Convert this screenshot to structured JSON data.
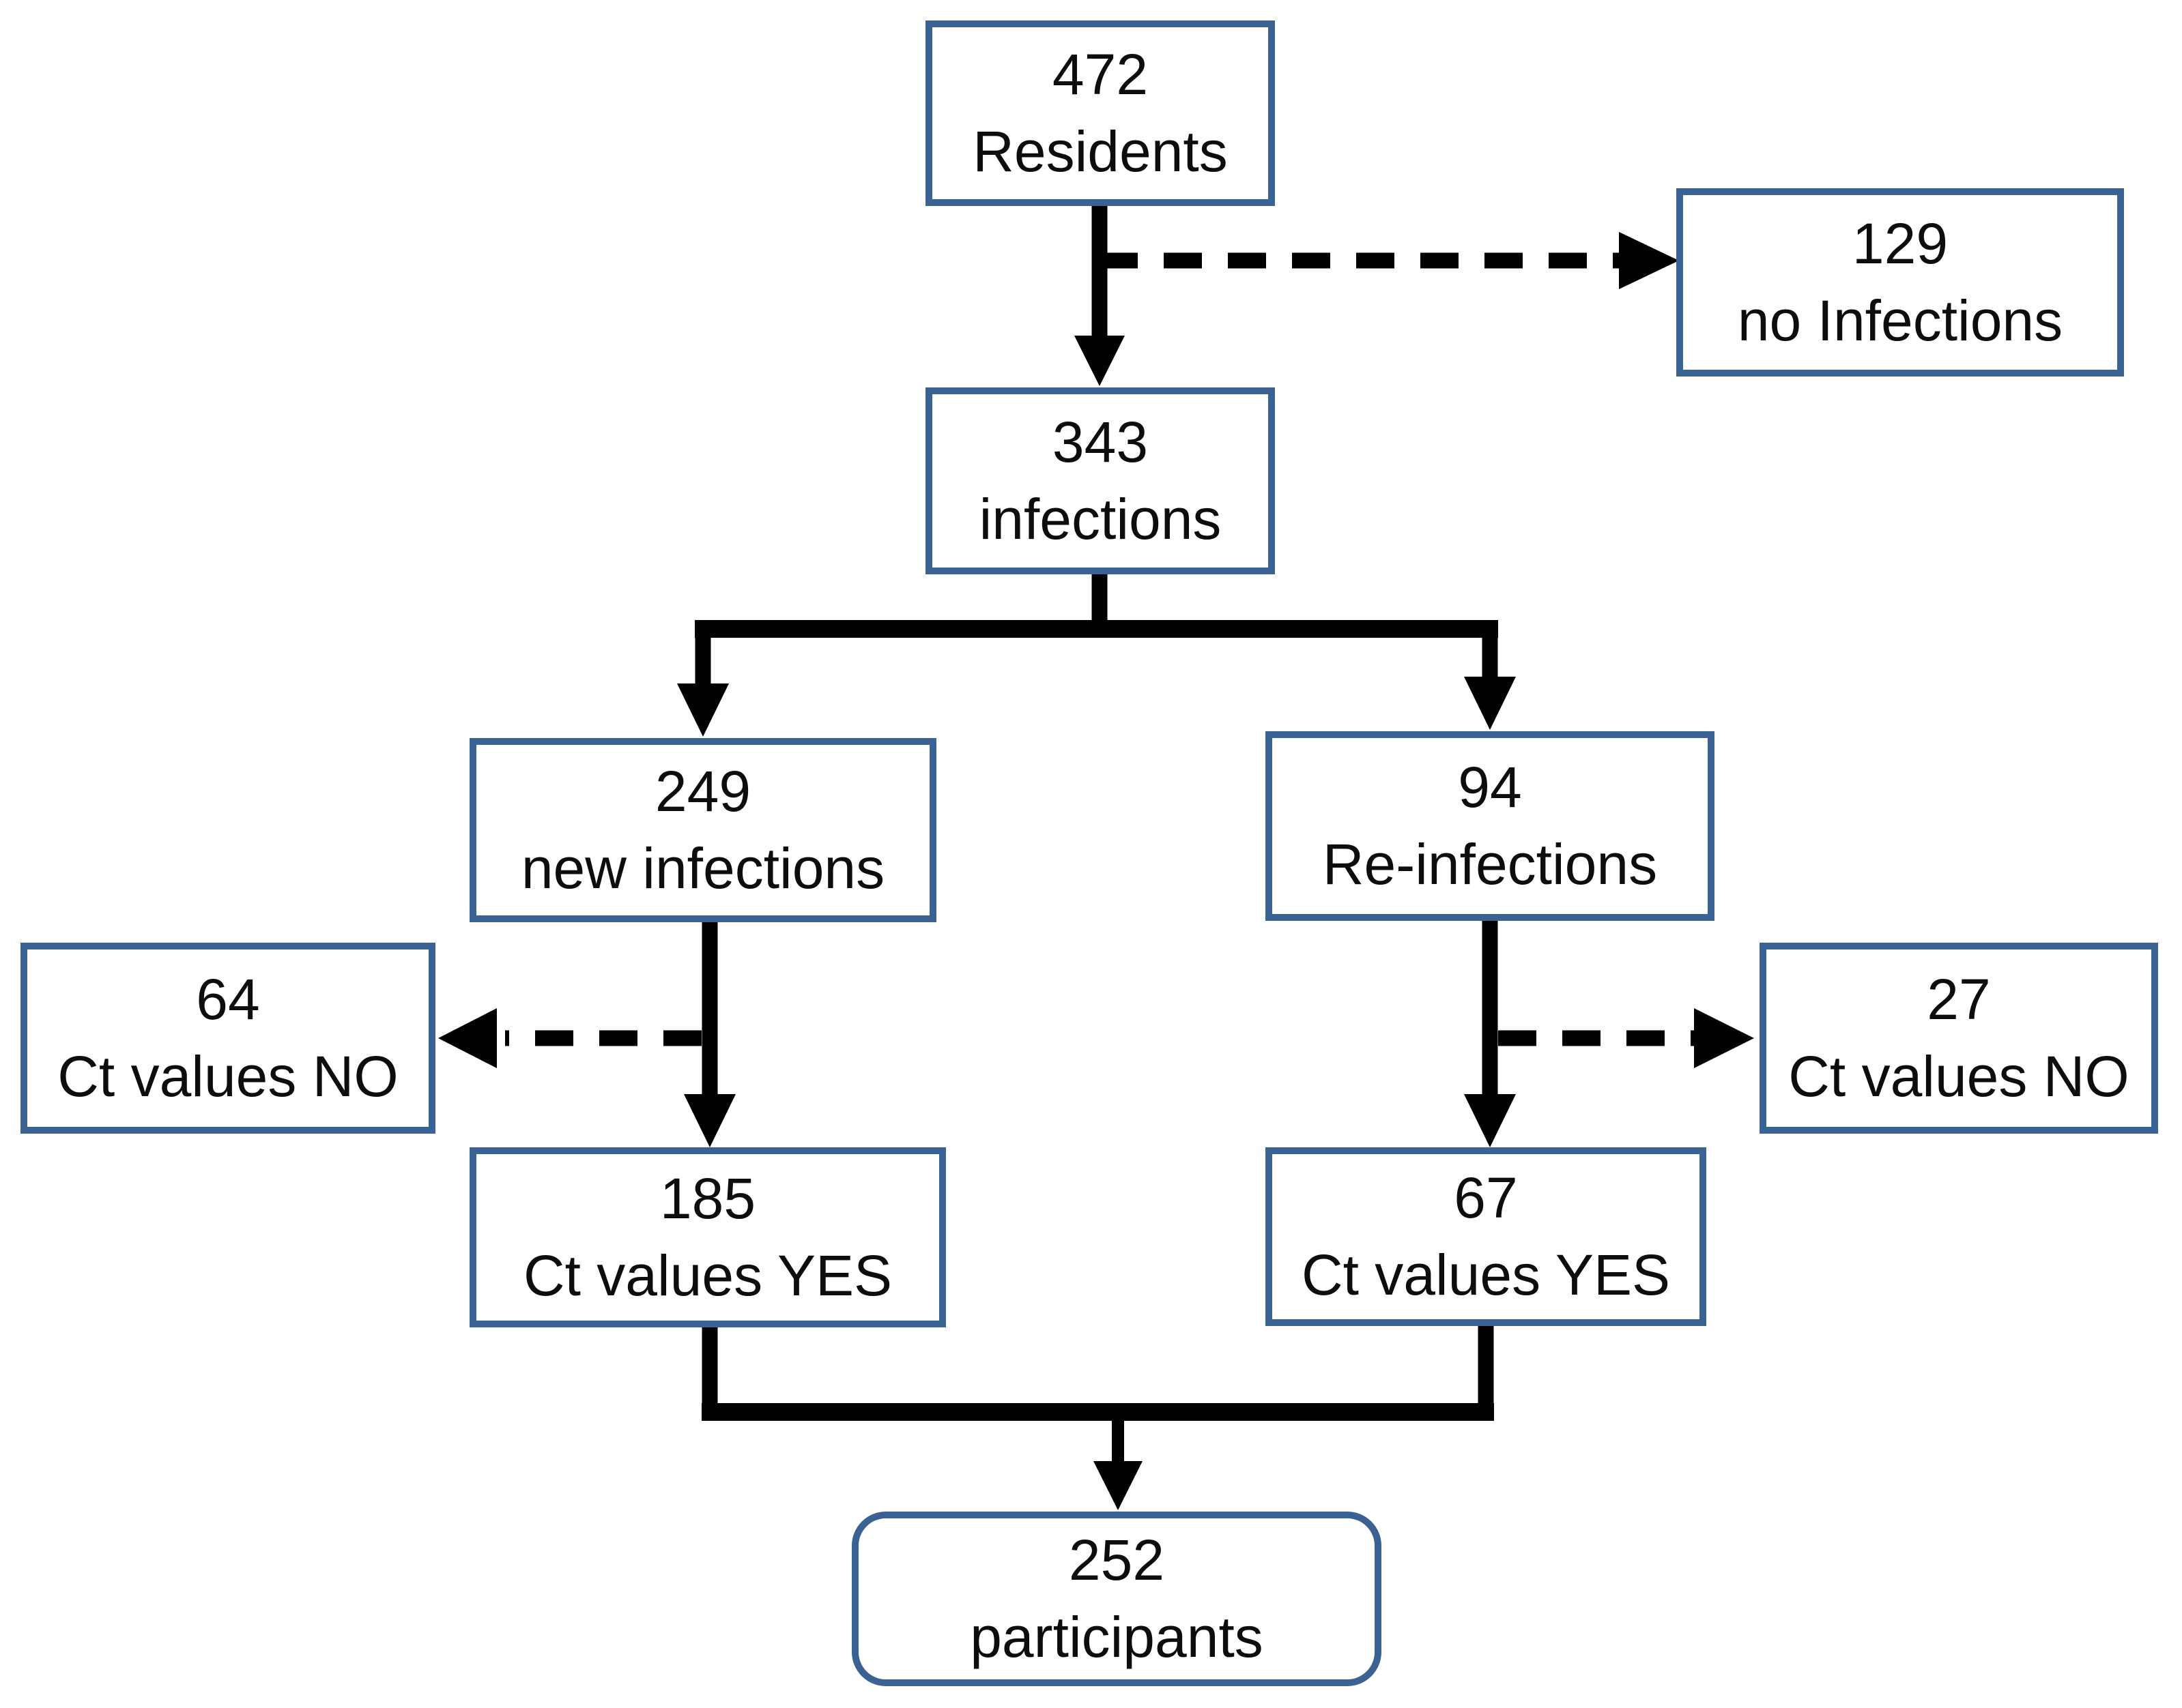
{
  "diagram": {
    "type": "flowchart",
    "description": "Study participant flow diagram",
    "nodes": {
      "residents": {
        "value": "472",
        "label": "Residents"
      },
      "no_infections": {
        "value": "129",
        "label": "no Infections"
      },
      "infections": {
        "value": "343",
        "label": "infections"
      },
      "new_infections": {
        "value": "249",
        "label": "new infections"
      },
      "re_infections": {
        "value": "94",
        "label": "Re-infections"
      },
      "ct_no_left": {
        "value": "64",
        "label": "Ct values NO"
      },
      "ct_no_right": {
        "value": "27",
        "label": "Ct values NO"
      },
      "ct_yes_left": {
        "value": "185",
        "label": "Ct values YES"
      },
      "ct_yes_right": {
        "value": "67",
        "label": "Ct values YES"
      },
      "participants": {
        "value": "252",
        "label": "participants"
      }
    },
    "edges": [
      {
        "from": "residents",
        "to": "infections",
        "style": "solid"
      },
      {
        "from": "residents",
        "to": "no_infections",
        "style": "dashed"
      },
      {
        "from": "infections",
        "to": "new_infections",
        "style": "solid"
      },
      {
        "from": "infections",
        "to": "re_infections",
        "style": "solid"
      },
      {
        "from": "new_infections",
        "to": "ct_no_left",
        "style": "dashed"
      },
      {
        "from": "new_infections",
        "to": "ct_yes_left",
        "style": "solid"
      },
      {
        "from": "re_infections",
        "to": "ct_no_right",
        "style": "dashed"
      },
      {
        "from": "re_infections",
        "to": "ct_yes_right",
        "style": "solid"
      },
      {
        "from": "ct_yes_left",
        "to": "participants",
        "style": "solid"
      },
      {
        "from": "ct_yes_right",
        "to": "participants",
        "style": "solid"
      }
    ],
    "colors": {
      "box_border": "#3a6394",
      "arrow": "#000000",
      "background": "#ffffff",
      "text": "#0d0d0d"
    }
  }
}
